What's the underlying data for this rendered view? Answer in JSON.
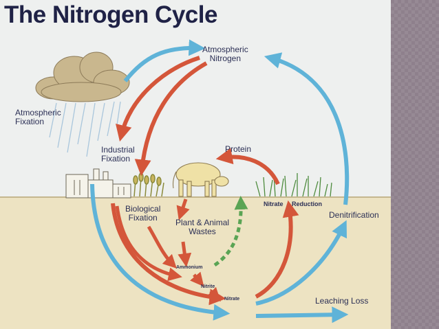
{
  "title": "The Nitrogen Cycle",
  "labels": {
    "atmospheric_nitrogen": [
      "Atmospheric",
      "Nitrogen"
    ],
    "atmospheric_fixation": [
      "Atmospheric",
      "Fixation"
    ],
    "industrial_fixation": [
      "Industrial",
      "Fixation"
    ],
    "protein": "Protein",
    "nitrate_reduction": [
      "Nitrate",
      "Reduction"
    ],
    "biological_fixation": [
      "Biological",
      "Fixation"
    ],
    "plant_animal_wastes": [
      "Plant & Animal",
      "Wastes"
    ],
    "ammonium": "Ammonium",
    "nitrite": "Nitrite",
    "nitrate": "Nitrate",
    "denitrification": "Denitrification",
    "leaching_loss": "Leaching Loss"
  },
  "colors": {
    "red_arrow": "#d4563a",
    "blue_arrow": "#5fb3d8",
    "green_arrow": "#5aa454",
    "cloud": "#c9b78e",
    "ground": "#ede3c2",
    "text": "#2b2f55"
  }
}
